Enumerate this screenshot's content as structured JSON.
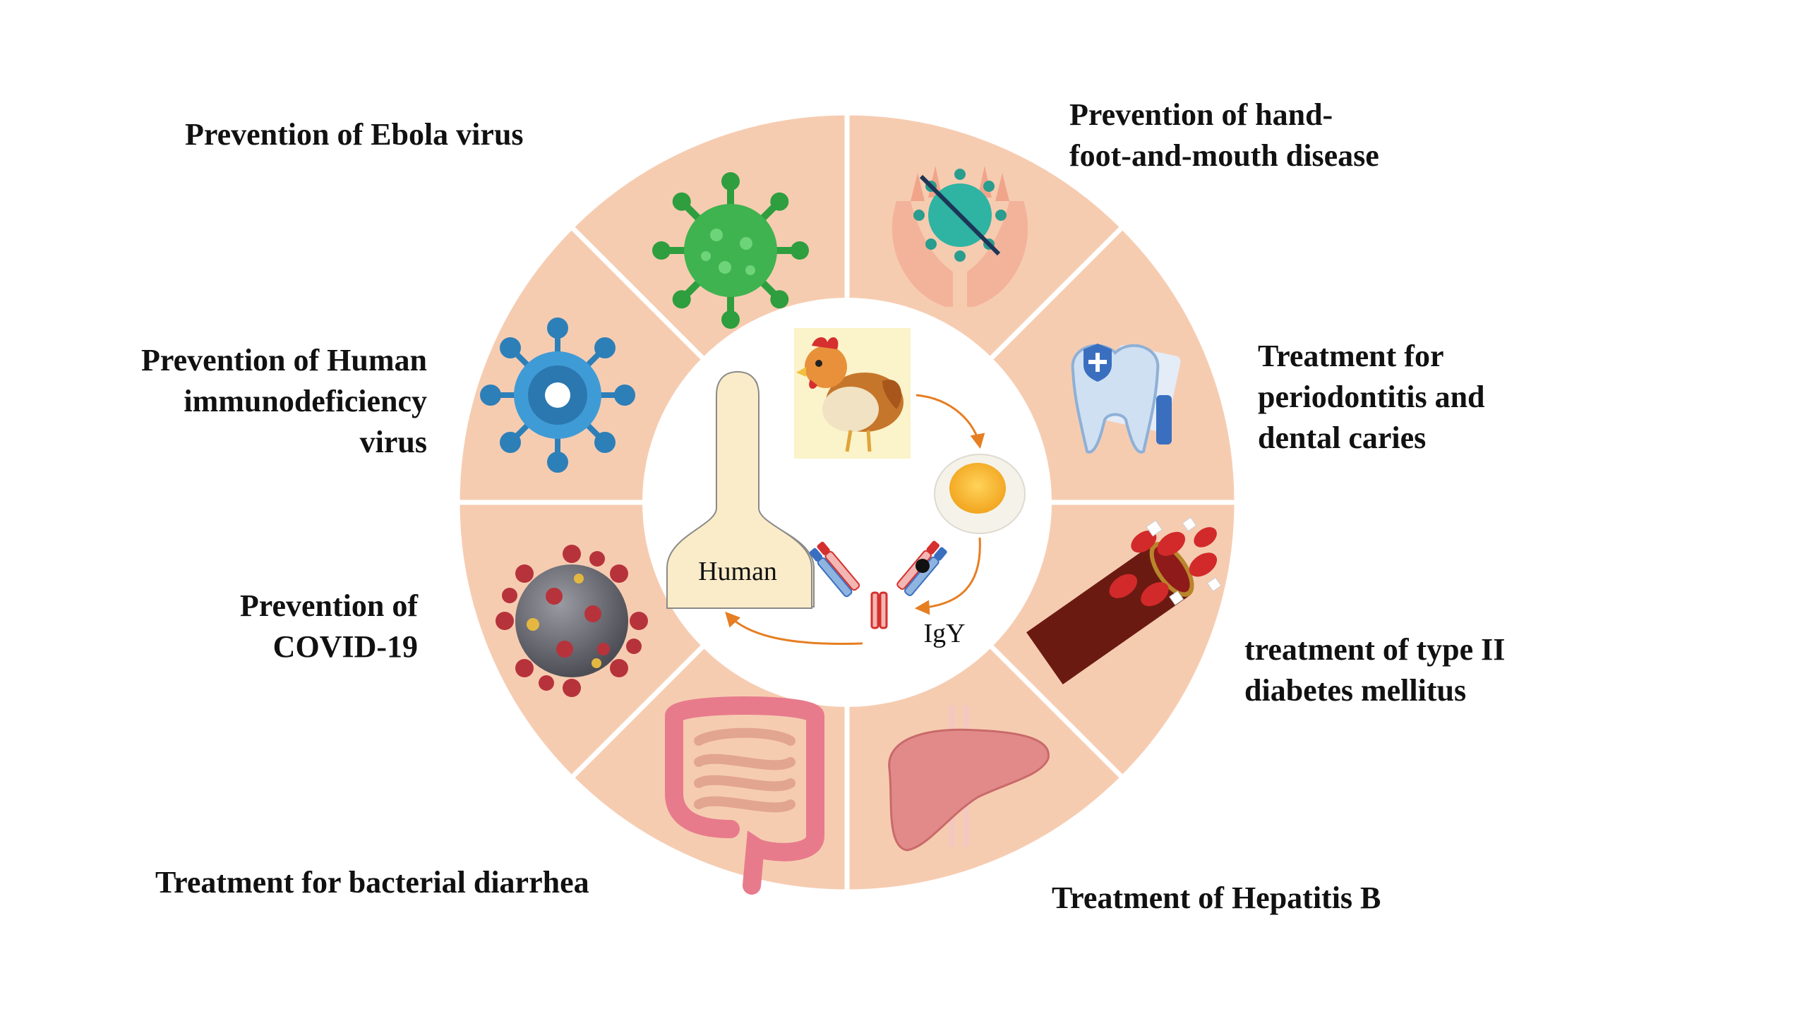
{
  "center": {
    "human_label": "Human",
    "igy_label": "IgY"
  },
  "applications": [
    {
      "id": "ebola",
      "lines": [
        "Prevention of Ebola virus"
      ],
      "icon": "green-virus-icon"
    },
    {
      "id": "hfmd",
      "lines": [
        "Prevention of hand-",
        "foot-and-mouth disease"
      ],
      "icon": "hands-virus-icon"
    },
    {
      "id": "hiv",
      "lines": [
        "Prevention of Human",
        "immunodeficiency",
        "virus"
      ],
      "icon": "blue-virus-icon"
    },
    {
      "id": "perio",
      "lines": [
        "Treatment for",
        "periodontitis and",
        "dental caries"
      ],
      "icon": "tooth-icon"
    },
    {
      "id": "covid",
      "lines": [
        "Prevention of",
        "COVID-19"
      ],
      "icon": "coronavirus-icon"
    },
    {
      "id": "diabetes",
      "lines": [
        "treatment of type II",
        "diabetes mellitus"
      ],
      "icon": "blood-vessel-sugar-icon"
    },
    {
      "id": "diarrhea",
      "lines": [
        "Treatment for bacterial diarrhea"
      ],
      "icon": "intestine-icon"
    },
    {
      "id": "hepb",
      "lines": [
        "Treatment of Hepatitis B"
      ],
      "icon": "liver-icon"
    }
  ],
  "colors": {
    "segment_fill": "#f6ccb1",
    "arrow": "#e67e22",
    "human_fill": "#fbecc9",
    "divider": "#ffffff"
  }
}
